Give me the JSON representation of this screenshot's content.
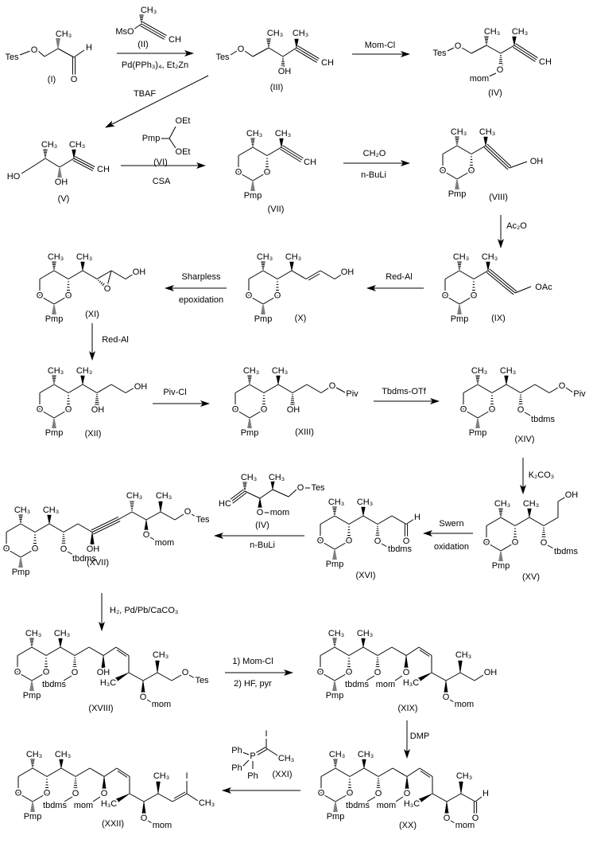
{
  "atoms": {
    "O": "O",
    "CH3": "CH₃",
    "H3C": "H₃C",
    "OH": "OH",
    "HO": "HO",
    "Pmp": "Pmp",
    "Tes": "Tes",
    "mom": "mom",
    "tbdms": "tbdms",
    "Piv": "Piv",
    "OAc": "OAc",
    "CH": "CH",
    "HC": "HC",
    "H": "H",
    "I": "I",
    "Ph": "Ph",
    "P": "P",
    "MsO": "MsO",
    "OEt": "OEt"
  },
  "compounds": {
    "I": "(I)",
    "II": "(II)",
    "III": "(III)",
    "IV": "(IV)",
    "V": "(V)",
    "VI": "(VI)",
    "VII": "(VII)",
    "VIII": "(VIII)",
    "IX": "(IX)",
    "X": "(X)",
    "XI": "(XI)",
    "XII": "(XII)",
    "XIII": "(XIII)",
    "XIV": "(XIV)",
    "XV": "(XV)",
    "XVI": "(XVI)",
    "XVII": "(XVII)",
    "XVIII": "(XVIII)",
    "XIX": "(XIX)",
    "XX": "(XX)",
    "XXI": "(XXI)",
    "XXII": "(XXII)",
    "IVb": "(IV)"
  },
  "reagents": {
    "pd": "Pd(PPh₃)₄, Et₂Zn",
    "momcl": "Mom-Cl",
    "tbaf": "TBAF",
    "csa": "CSA",
    "ch2o": "CH₂O",
    "nbuli": "n-BuLi",
    "ac2o": "Ac₂O",
    "redal": "Red-Al",
    "sharpless": "Sharpless",
    "epox": "epoxidation",
    "pivcl": "Piv-Cl",
    "tbdmsotf": "Tbdms-OTf",
    "k2co3": "K₂CO₃",
    "swern": "Swern",
    "oxidation": "oxidation",
    "h2": "H₂, Pd/Pb/CaCO₃",
    "step1": "1) Mom-Cl",
    "step2": "2) HF, pyr",
    "dmp": "DMP"
  }
}
